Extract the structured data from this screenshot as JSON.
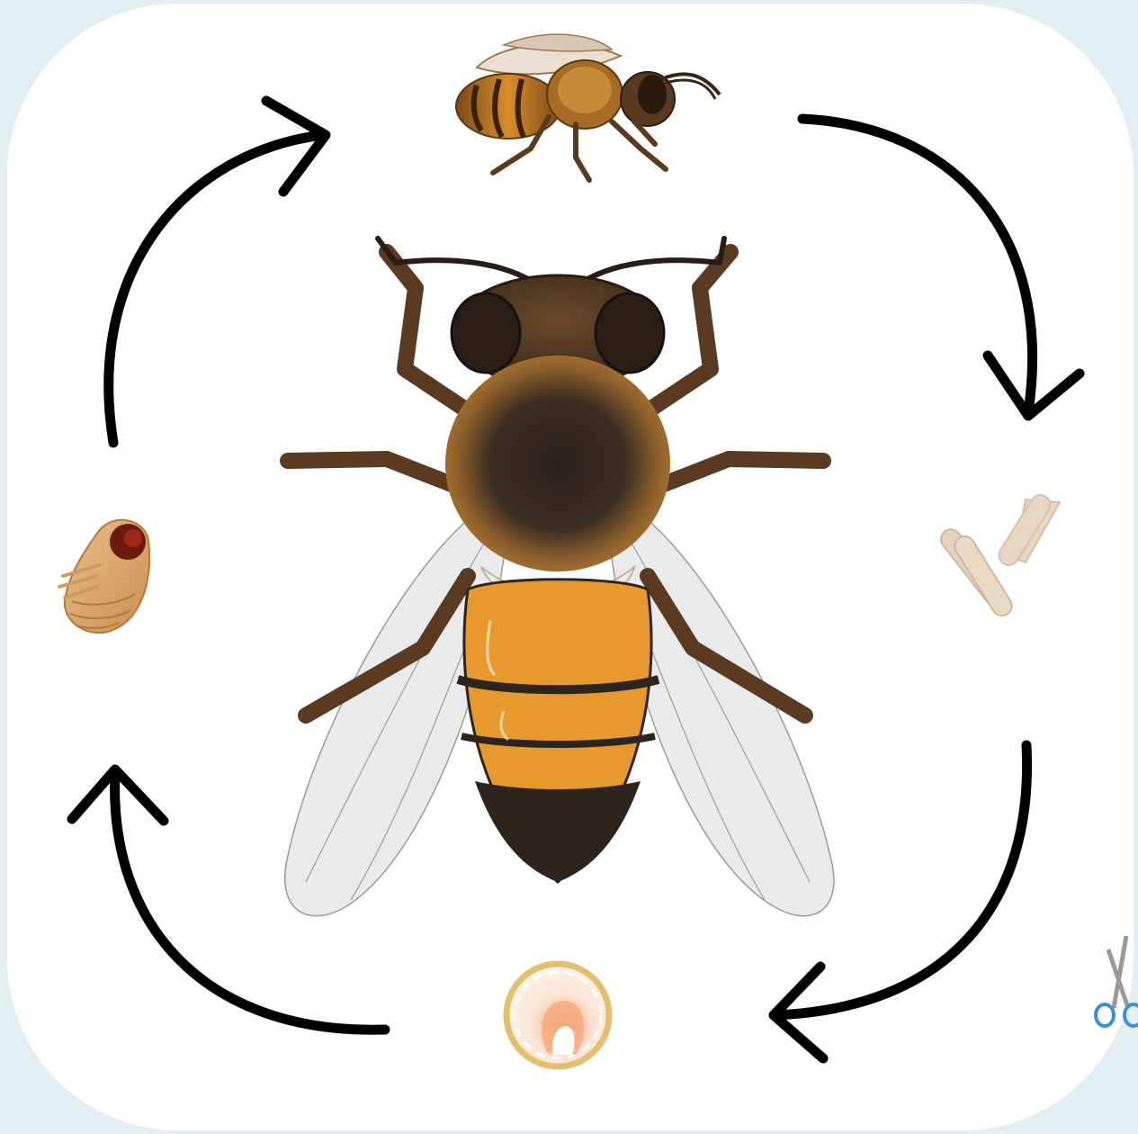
{
  "diagram": {
    "stages": [
      {
        "id": "adult",
        "icon": "adult-bee-icon"
      },
      {
        "id": "egg",
        "icon": "eggs-icon"
      },
      {
        "id": "larva",
        "icon": "larva-icon"
      },
      {
        "id": "pupa",
        "icon": "pupa-icon"
      }
    ],
    "center_icon": "honey-bee-top-view-icon",
    "arrows": 4,
    "colors": {
      "background": "#e2eff2",
      "card": "#ffffff",
      "arrow": "#000000",
      "bee_abdomen": "#e8992e",
      "bee_dark": "#2c241d",
      "bee_fur": "#9b6a2c",
      "scissors": "#3d8fd6"
    }
  }
}
